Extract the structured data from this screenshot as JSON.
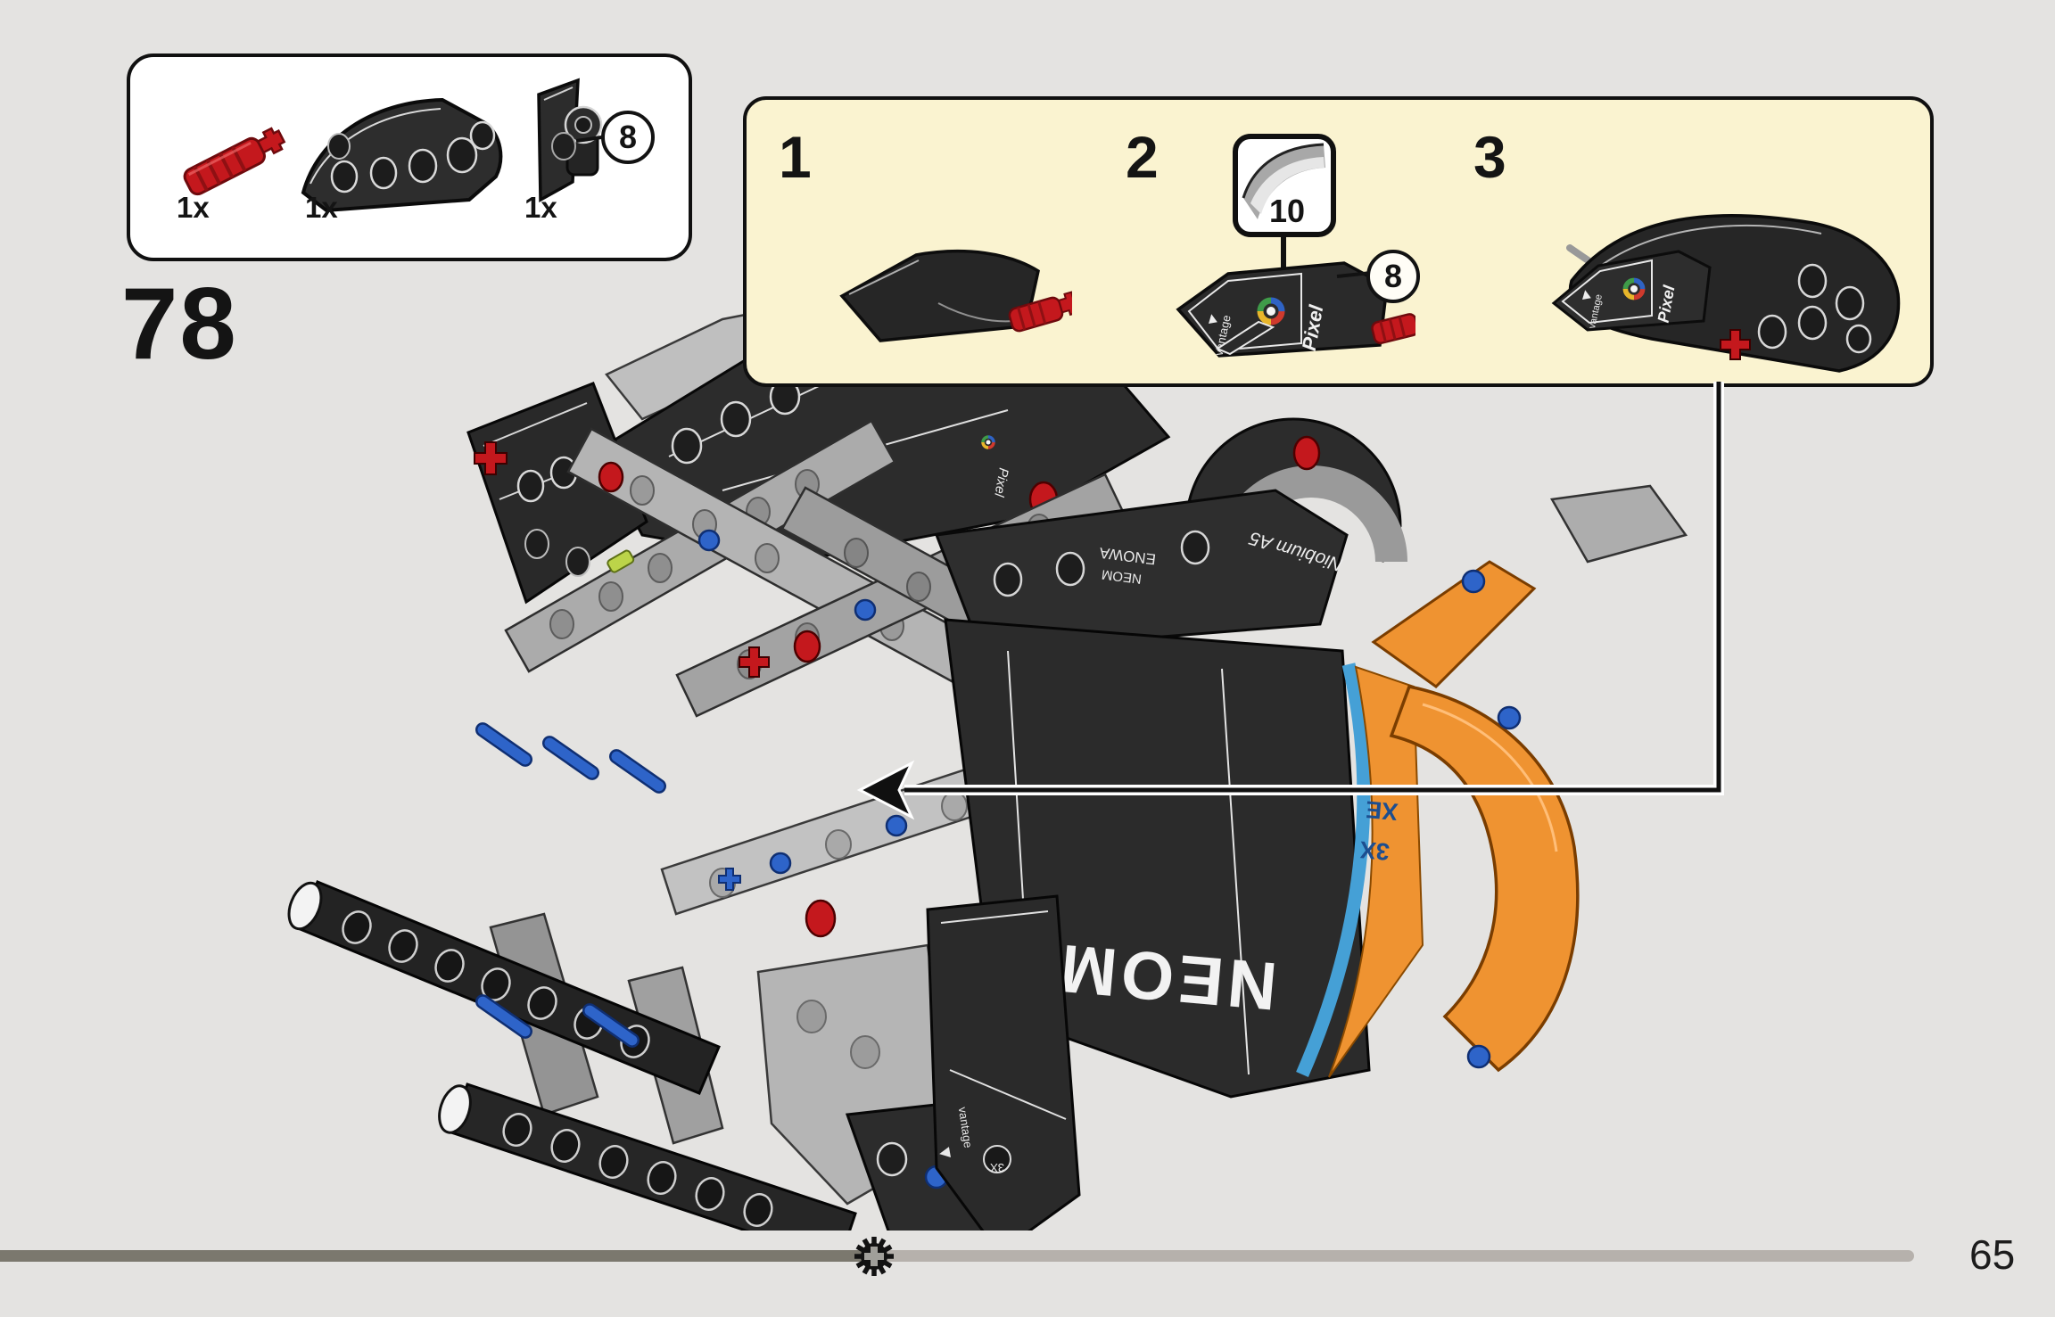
{
  "page": {
    "background": "#e4e3e1"
  },
  "step": {
    "number": "78"
  },
  "parts_box": {
    "badge": "8",
    "parts": [
      {
        "name": "red-axle-connector",
        "count": "1x",
        "color": "#c4181d"
      },
      {
        "name": "black-curved-panel-beam",
        "count": "1x",
        "color": "#2b2b2b"
      },
      {
        "name": "black-pin-connector-plate",
        "count": "1x",
        "color": "#2b2b2b"
      }
    ]
  },
  "substeps": {
    "panel_color": "#faf3d0",
    "labels": [
      "1",
      "2",
      "3"
    ],
    "sticker_number": "10",
    "badge": "8"
  },
  "stickers": {
    "pixel": "Pixel",
    "vantage": "vantage",
    "neom": "NEOM",
    "enowa": "ENOWA",
    "neom_small": "NEOM",
    "niobium": "Niobium A5",
    "threex": "3X",
    "xe": "XE"
  },
  "colors": {
    "lego_red": "#c4181d",
    "lego_blue": "#2e64c9",
    "lego_orange": "#ef9331",
    "stripe_blue": "#45a0d6",
    "lime_green": "#bcd449",
    "bar_dark": "#7b786e",
    "bar_light": "#b6b1ac"
  },
  "footer": {
    "page_number": "65",
    "progress_fraction": 0.43
  }
}
